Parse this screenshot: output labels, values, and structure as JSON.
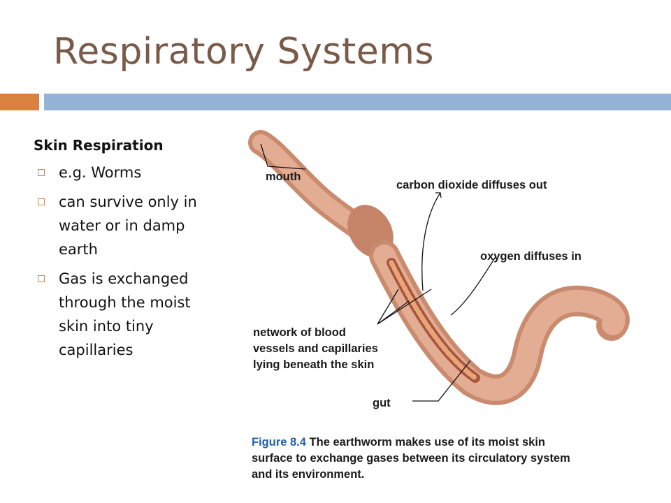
{
  "slide": {
    "title": "Respiratory Systems"
  },
  "left": {
    "heading": "Skin Respiration",
    "bullets": [
      {
        "lines": [
          "e.g. Worms"
        ]
      },
      {
        "lines": [
          "can survive only in",
          "water or in damp",
          "earth"
        ]
      },
      {
        "lines": [
          "Gas is exchanged",
          "through the moist",
          "skin into tiny",
          "capillaries"
        ]
      }
    ]
  },
  "figure": {
    "labels": {
      "mouth": "mouth",
      "co2": "carbon dioxide diffuses out",
      "o2": "oxygen diffuses in",
      "network1": "network of blood",
      "network2": "vessels and capillaries",
      "network3": "lying beneath the skin",
      "gut": "gut"
    },
    "caption": {
      "fig_no": "Figure 8.4",
      "line1": "The earthworm makes use of its moist skin",
      "line2": "surface to exchange gases between its circulatory system",
      "line3": "and its environment."
    }
  },
  "colors": {
    "title": "#7a5a48",
    "accent_orange": "#d9823f",
    "accent_blue": "#95b3d7",
    "worm": "#d4977a",
    "figure_label": "#1f5fa8"
  }
}
